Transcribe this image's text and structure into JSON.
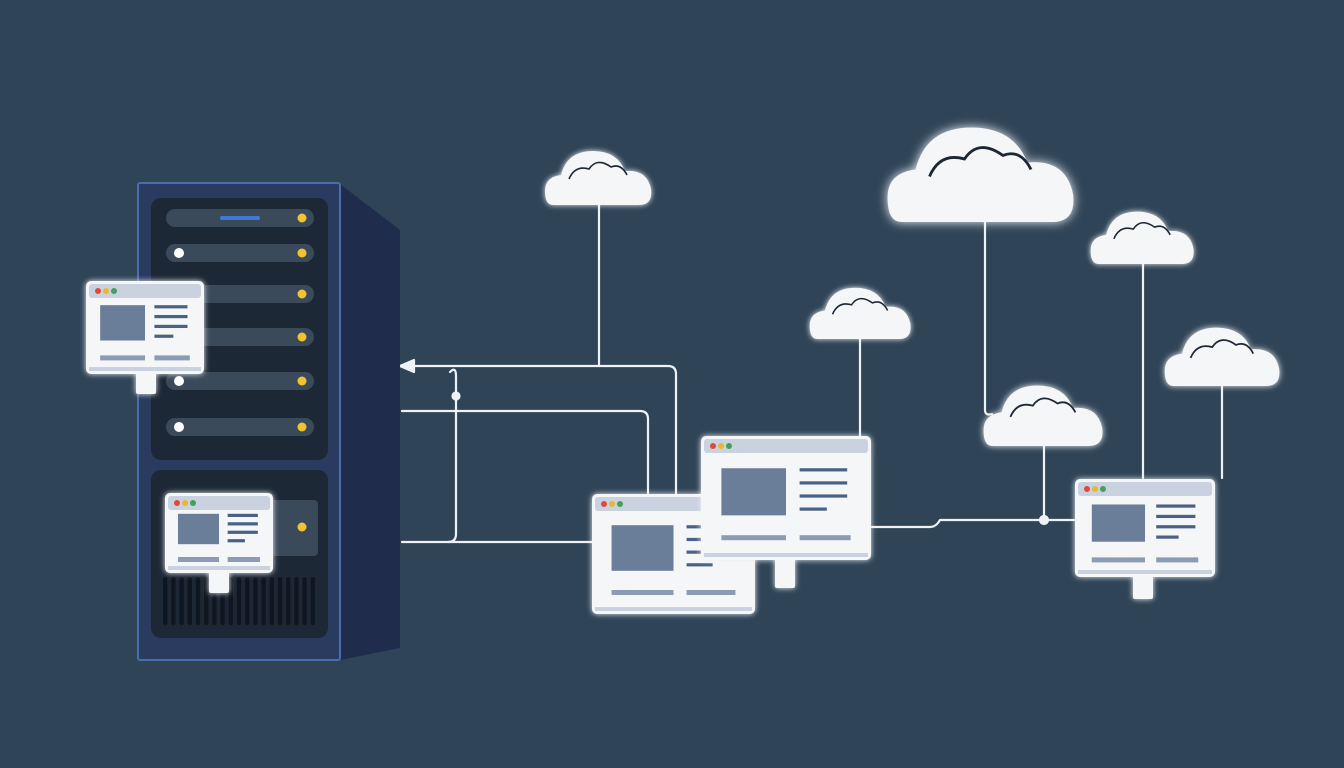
{
  "colors": {
    "background": "#2f4457",
    "server_front": "#2a3b5f",
    "server_side": "#1f2c4c",
    "server_rim": "#4a6ea8",
    "panel": "#1d2836",
    "slot": "#3b4a5b",
    "led_yellow": "#f2c230",
    "led_white": "#ffffff",
    "activity_bar": "#3d7ad6",
    "line": "#eef2f5",
    "cloud": "#f4f6f8",
    "window_body": "#f4f6f8",
    "window_header": "#c9d2de",
    "window_image": "#6a7e99",
    "window_lines": "#4a6283",
    "dot_red": "#e0463d",
    "dot_yellow": "#e7b730",
    "dot_green": "#43a05a"
  },
  "icons": {
    "server": "server-rack-icon",
    "cloud": "cloud-icon",
    "window": "browser-window-icon"
  },
  "server": {
    "drive_slots": 6
  },
  "clouds": [
    {
      "name": "cloud-1"
    },
    {
      "name": "cloud-2"
    },
    {
      "name": "cloud-3"
    },
    {
      "name": "cloud-4"
    },
    {
      "name": "cloud-5"
    },
    {
      "name": "cloud-6"
    }
  ],
  "windows": [
    {
      "name": "window-server-left"
    },
    {
      "name": "window-server-inner"
    },
    {
      "name": "window-center-back"
    },
    {
      "name": "window-center-front"
    },
    {
      "name": "window-right"
    }
  ]
}
